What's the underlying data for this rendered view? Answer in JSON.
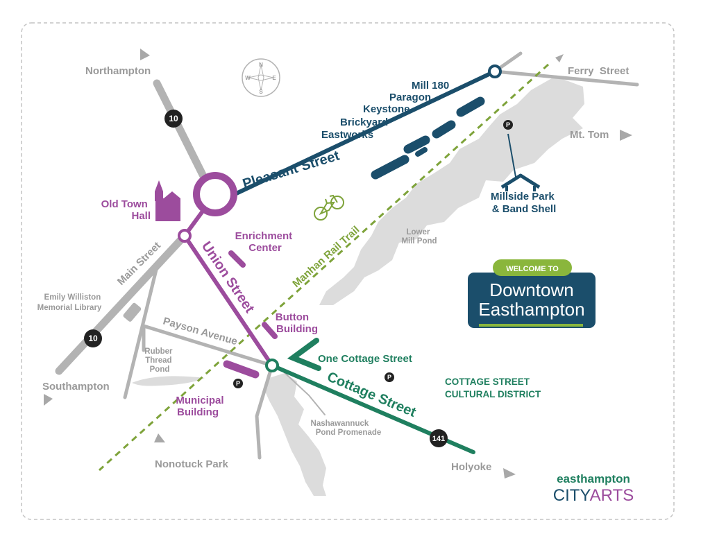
{
  "places": {
    "northampton": "Northampton",
    "ferry_street": "Ferry  Street",
    "mt_tom": "Mt. Tom",
    "southampton": "Southampton",
    "nonotuck_park": "Nonotuck Park",
    "holyoke": "Holyoke"
  },
  "compass": {
    "n": "N",
    "s": "S",
    "e": "E",
    "w": "W"
  },
  "streets": {
    "pleasant": "Pleasant Street",
    "union": "Union Street",
    "cottage": "Cottage Street",
    "main": "Main Street",
    "payson": "Payson Avenue"
  },
  "trail": "Manhan Rail Trail",
  "routes": {
    "r10_north": "10",
    "r10_south": "10",
    "r141": "141"
  },
  "mills": [
    "Mill 180",
    "Paragon",
    "Keystone",
    "Brickyard",
    "Eastworks"
  ],
  "landmarks": {
    "old_town_hall": [
      "Old Town",
      "Hall"
    ],
    "enrichment_center": [
      "Enrichment",
      "Center"
    ],
    "button_building": [
      "Button",
      "Building"
    ],
    "municipal_building": [
      "Municipal",
      "Building"
    ],
    "one_cottage": "One Cottage Street",
    "millside_park": [
      "Millside Park",
      "& Band Shell"
    ],
    "library": [
      "Emily Williston",
      "Memorial Library"
    ],
    "rubber_thread_pond": [
      "Rubber",
      "Thread",
      "Pond"
    ],
    "lower_mill_pond": [
      "Lower",
      "Mill Pond"
    ],
    "nashawannuck": [
      "Nashawannuck",
      "Pond Promenade"
    ]
  },
  "district": [
    "COTTAGE STREET",
    "CULTURAL DISTRICT"
  ],
  "parking_label": "P",
  "welcome": {
    "banner": "WELCOME TO",
    "line1": "Downtown",
    "line2": "Easthampton"
  },
  "logo": {
    "top": "easthampton",
    "bottom_left": "CITY",
    "bottom_right": "ARTS"
  },
  "colors": {
    "pleasant_blue": "#1b4e6b",
    "union_purple": "#9c4c9d",
    "cottage_green": "#1f7f5f",
    "trail_olive": "#7ea33a",
    "road_gray": "#b3b3b3",
    "water_gray": "#dcdcdc"
  }
}
